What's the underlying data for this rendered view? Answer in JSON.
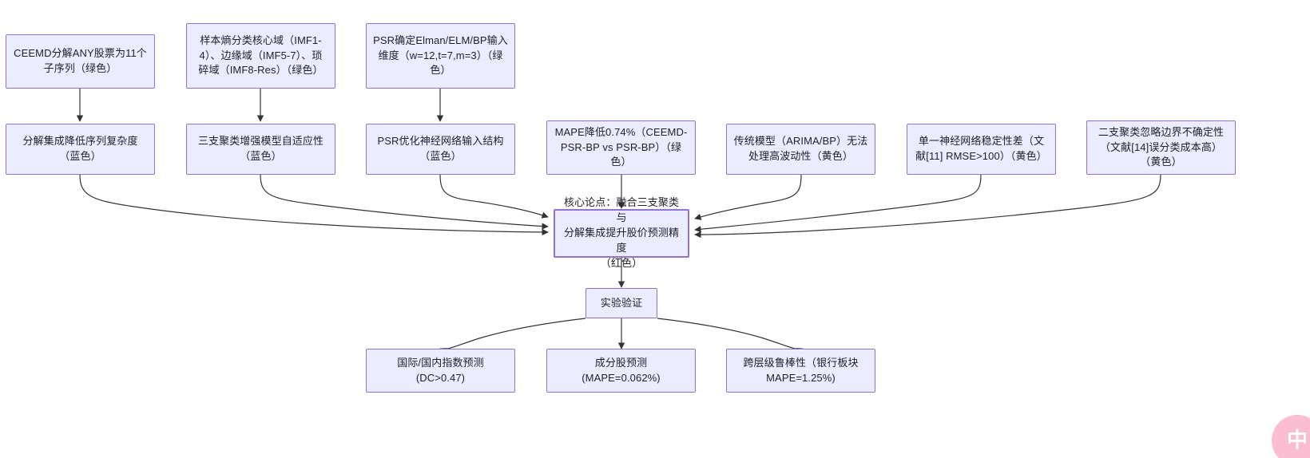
{
  "diagram": {
    "type": "flowchart",
    "direction": "top-down",
    "background": "#ffffff",
    "node_fill": "#ececff",
    "node_border": "#9370db",
    "edge_color": "#333333",
    "text_color": "#1f1f28"
  },
  "nodes": {
    "n1": {
      "label": "CEEMD分解ANY股票为11个\n子序列（绿色）"
    },
    "n2": {
      "label": "样本熵分类核心域（IMF1-\n4）、边缘域（IMF5-7）、琐\n碎域（IMF8-Res）（绿色）"
    },
    "n3": {
      "label": "PSR确定Elman/ELM/BP输入\n维度（w=12,t=7,m=3）（绿\n色）"
    },
    "n4": {
      "label": "分解集成降低序列复杂度\n（蓝色）"
    },
    "n5": {
      "label": "三支聚类增强模型自适应性\n（蓝色）"
    },
    "n6": {
      "label": "PSR优化神经网络输入结构\n（蓝色）"
    },
    "n7": {
      "label": "MAPE降低0.74%（CEEMD-\nPSR-BP vs PSR-BP）（绿\n色）"
    },
    "n8": {
      "label": "传统模型（ARIMA/BP）无法\n处理高波动性（黄色）"
    },
    "n9": {
      "label": "单一神经网络稳定性差（文\n献[11] RMSE>100）（黄色）"
    },
    "n10": {
      "label": "二支聚类忽略边界不确定性\n（文献[14]误分类成本高）\n（黄色）"
    },
    "core": {
      "label": "核心论点：融合三支聚类与\n分解集成提升股价预测精度\n（红色）"
    },
    "verify": {
      "label": "实验验证"
    },
    "r1": {
      "label": "国际/国内指数预测\n(DC>0.47)"
    },
    "r2": {
      "label": "成分股预测\n(MAPE=0.062%)"
    },
    "r3": {
      "label": "跨层级鲁棒性（银行板块\nMAPE=1.25%)"
    }
  },
  "watermark": {
    "text": "中"
  }
}
